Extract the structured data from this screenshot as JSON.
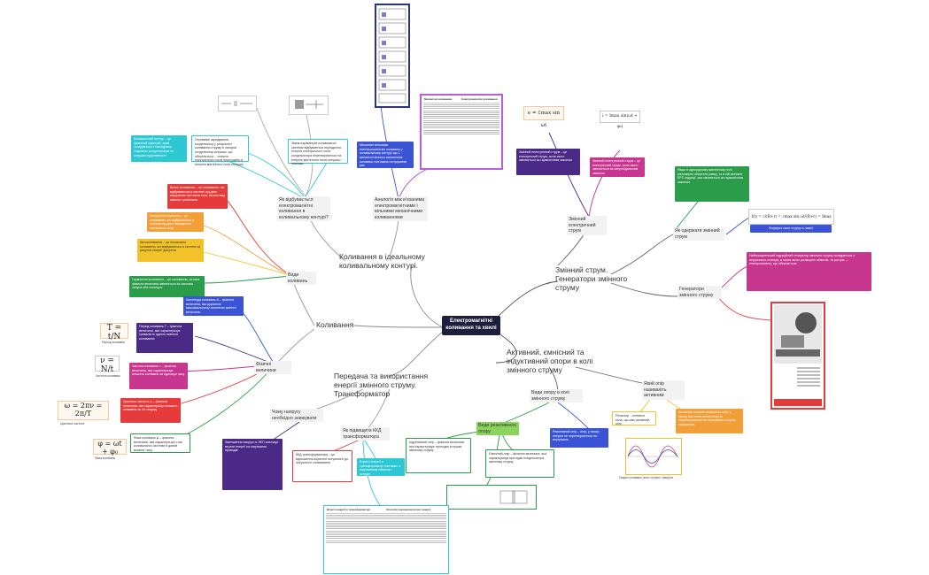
{
  "center": {
    "label": "Електромагнітні коливання та хвилі"
  },
  "main_branches": {
    "ideal_circuit": "Коливання в ідеальному коливальному контурі.",
    "oscillations": "Коливання",
    "ac_current": "Змінний струм. Генератори змінного струму",
    "resistances": "Активний, ємнісний та індуктивний опори в колі змінного струму",
    "transmission": "Передача та використання енергії змінного струму. Трансформатор"
  },
  "sub_topics": {
    "how_occurs": "Як відбувається електромагнітні коливання в коливальному контурі?",
    "analogy": "Аналогія між в'язаними електромагнітними і вільними механічними коливаннями",
    "types": "Види коливань",
    "values": "Фізичні величини",
    "ac_graph": "Змінний електричний струм",
    "how_get": "Як одержати змінний струм",
    "generators": "Генератори змінного струму",
    "active_r": "Який опір називають активним",
    "circuit_types": "Види опору в колі змінного струму",
    "capacitive": "Види реактивного опору",
    "why_load": "Чому напругу необхідно знижувати",
    "kkd": "Як підвищити ККД трансформатора"
  },
  "cards": {
    "circuit_def": "Коливальний контур – це фізичний пристрій, який складається з послідовно з'єднаних конденсатора та котушки індуктивності",
    "charge_cap": "Отримане заряджання конденсатор у результаті коливання струму в ланцюзі конденсатор котушка, що обертається, – енергія електричного поля переходить в енергію магнітного поля котушки",
    "energy_text": "Зміна параметрів коливальної системи відбувається періодично: енергія електричного поля конденсатора перетворюється на енергію магнітного поля котушки і навпаки.",
    "analogy_card": "Механічні вільними електромагнітних коливань у коливальному контурі що-1 механічні вільних механічних коливань пов'язана на пружинкі рис",
    "free_osc": "Вільні коливання – це коливання, які відбуваються в системі під дією внутрішніх сил після того, як систему вивели з рівноваги",
    "forced_osc": "Вимушені коливання – це коливання, які відбуваються в системі під дією періодичної зовнішньої сили",
    "auto_osc": "Автоколивання – це незгасаючі коливання, які відбуваються в системі за рахунок енергії джерела",
    "harmonic": "Гармонічні коливання – це коливання, за яких фізична величина змінюється за законом синуса або косинуса",
    "amplitude": "Амплітуда коливань A – фізична величина, яка дорівнює максимальному значенню змінної величини.",
    "period": "Період коливань T – фізична величина, яка характеризує тривалість одного повного коливання",
    "frequency": "Частота коливань ν – фізична величина, яка характеризує кількість коливань за одиницю часу",
    "cyclic": "Циклічна частота ω – фізична величина, яка характеризує кількість коливань за 2π секунд",
    "phase": "Фаза коливань φ – фізична величина, яка характеризує стан коливальної системи в даний момент часу",
    "ac_def": "Змінний електричний струм – це електричний струм, сила якого змінюється за гармонічним законом",
    "induced": "Змінний електричний струм – це електричний струм, сила якого змінюється за синусоїдальним законом",
    "rotate_frame": "Якщо в однорідному магнітному полі рівномірно обертати рамку, то в ній виникне ЕРС індукції, яка змінюється за гармонічним законом",
    "formula_caption": "Формула сили струму в лампі",
    "generator_card": "Найпоширеніший індукційний генератор змінного струму складається з нерухомого статора, в пазах якого розміщені обмотки, та ротора — електромагніту, що обертається",
    "active_card": "Активним опором називають опір, у якому вся електрична енергія перетворюється на внутрішню енергію провідника",
    "active_card2": "Резистор – елемент кола, що має активний опір",
    "capacitive_card": "Ємнісний опір – фізична величина, яка характеризує протидію конденсатора змінному струму",
    "inductive_card": "Індуктивний опір – фізична величина, яка характеризує протидію котушки змінному струму",
    "reactive_card": "Реактивний опір – опір, у якому енергія не перетворюється на внутрішню",
    "voltage_card": "Зменшення напруги в ЛЕП зменшує втрати енергії на нагрівання проводів",
    "kkd_card": "ККД трансформатора – це відношення корисної потужності до потужності споживання",
    "kkd_card2": "Втрати енергії в трансформаторі пов'язані з нагріванням обмоток і осердя",
    "graph_caption": "Графік коливань сили струму і напруги"
  },
  "formulas": {
    "period": "T = t/N",
    "frequency": "ν = N/t",
    "cyclic": "ω = 2πν = 2π/T",
    "phase": "φ = ωt + φ₀",
    "ac_e": "e = ℰmax sin ωt",
    "ac_i": "i = Imax sin(ωt + φ₀)",
    "lamp": "I(t) = ℰ/(R+r) = ℰmax sin ωt/(R+r) = Imax sin ωt",
    "period_cap": "Період коливань",
    "freq_cap": "Частота коливань",
    "cyclic_cap": "Циклічна частота",
    "phase_cap": "Фаза коливань"
  },
  "tables": {
    "analogy_head1": "Механічні коливання",
    "analogy_head2": "Електромагнітні коливання",
    "trans_head1": "Втрати енергії в трансформаторі",
    "trans_head2": "Способи зменшення втрат енергії"
  },
  "colors": {
    "center": "#1b1f3b",
    "cyan": "#2ec7d4",
    "red": "#e53b3b",
    "orange": "#f29f3a",
    "yellow": "#f2c22a",
    "green": "#2b9c4a",
    "blue": "#3b54d6",
    "purple": "#4a2a86",
    "magenta": "#c7368f",
    "pink": "#e85c9c"
  }
}
